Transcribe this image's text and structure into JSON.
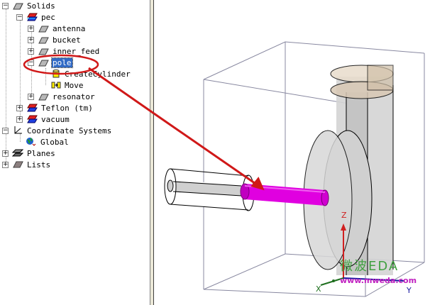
{
  "tree": {
    "items": [
      {
        "label": "Solids",
        "icon": "solid-gray-icon",
        "expander": "−"
      },
      {
        "label": "pec",
        "icon": "material-red-blue-icon",
        "expander": "−"
      },
      {
        "label": "antenna",
        "icon": "solid-gray-icon",
        "expander": "+"
      },
      {
        "label": "bucket",
        "icon": "solid-gray-icon",
        "expander": "+"
      },
      {
        "label": "inner_feed",
        "icon": "solid-gray-icon",
        "expander": "+"
      },
      {
        "label": "pole",
        "icon": "solid-gray-icon",
        "expander": "−",
        "selected": true
      },
      {
        "label": "CreateCylinder",
        "icon": "create-cylinder-icon"
      },
      {
        "label": "Move",
        "icon": "move-icon"
      },
      {
        "label": "resonator",
        "icon": "solid-gray-icon",
        "expander": "+"
      },
      {
        "label": "Teflon (tm)",
        "icon": "material-red-blue-icon",
        "expander": "+"
      },
      {
        "label": "vacuum",
        "icon": "material-red-blue-icon",
        "expander": "+"
      },
      {
        "label": "Coordinate Systems",
        "icon": "axes-icon",
        "expander": "−"
      },
      {
        "label": "Global",
        "icon": "globe-icon"
      },
      {
        "label": "Planes",
        "icon": "planes-icon",
        "expander": "+"
      },
      {
        "label": "Lists",
        "icon": "lists-icon",
        "expander": "+"
      }
    ]
  },
  "view": {
    "axis_z_label": "Z",
    "axis_y_label": "Y",
    "axis_x_label": "X",
    "watermark_title": "微波EDA",
    "watermark_url": "www.mweda.com",
    "colors": {
      "pole": "#e000e0",
      "annotation": "#d01818",
      "box": "#8888a0",
      "solid_fill": "#c8c8c8",
      "axis_z": "#d02020",
      "axis_x": "#207020",
      "axis_y": "#1818a0"
    }
  }
}
